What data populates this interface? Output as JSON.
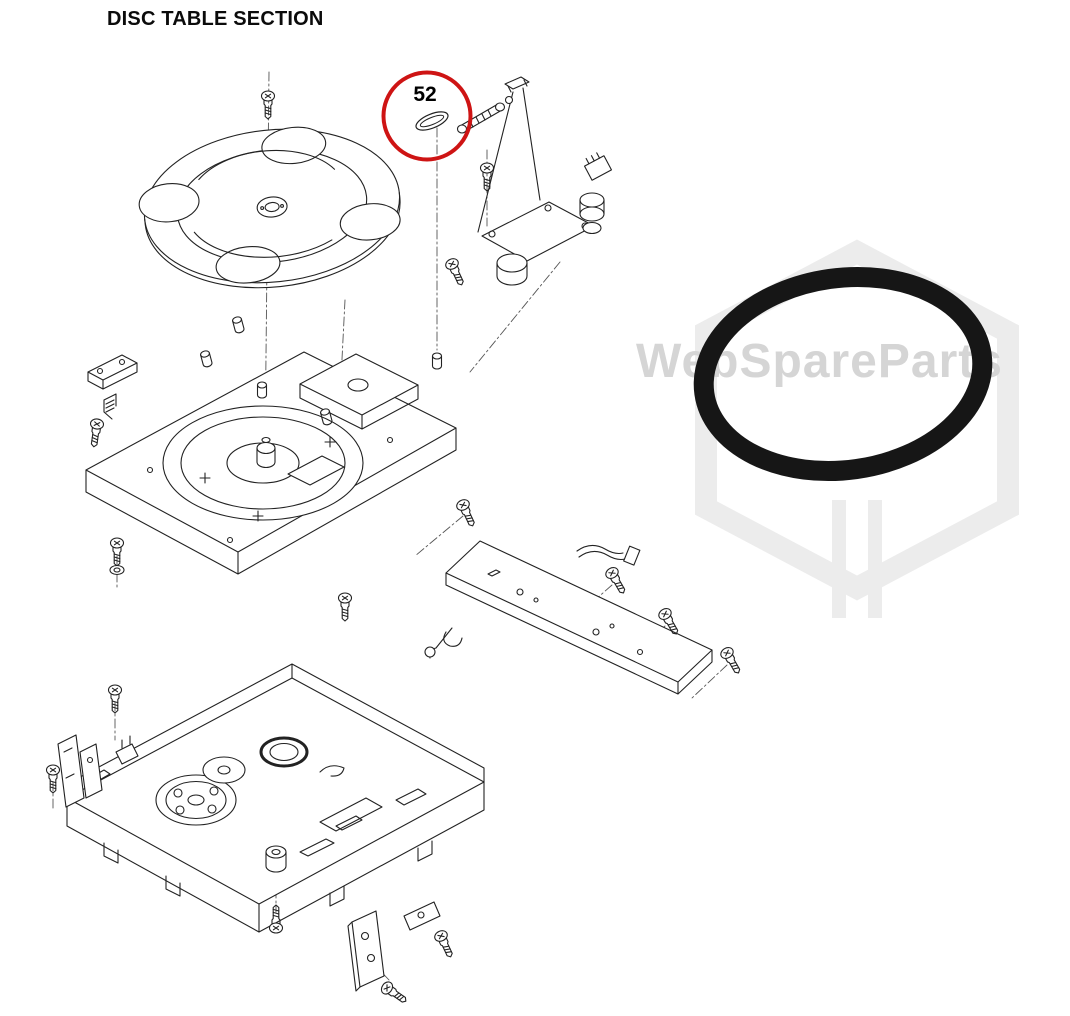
{
  "page": {
    "title": "DISC TABLE SECTION"
  },
  "callout": {
    "part_number": "52",
    "circle_color": "#ce1414"
  },
  "watermark": {
    "text": "WebSpareParts",
    "color": "#d5d5d5",
    "shield_color": "#ececec"
  },
  "belt": {
    "color": "#161616"
  }
}
